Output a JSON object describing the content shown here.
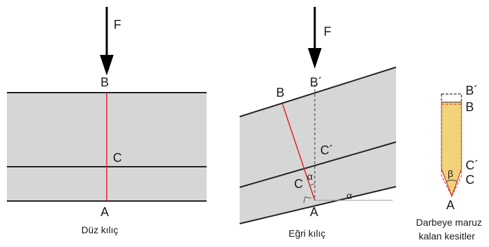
{
  "labels": {
    "force": "F",
    "b": "B",
    "c": "C",
    "a": "A",
    "b_prime": "B´",
    "c_prime": "C´",
    "alpha": "α",
    "beta": "β"
  },
  "captions": {
    "straight": "Düz kılıç",
    "curved": "Eğri kılıç",
    "section_line1": "Darbeye maruz",
    "section_line2": "kalan kesitler"
  },
  "colors": {
    "band_fill": "#d6d6d6",
    "edge": "#222222",
    "red_line": "#e8202a",
    "section_fill": "#f3d37a",
    "dash": "#333333"
  }
}
